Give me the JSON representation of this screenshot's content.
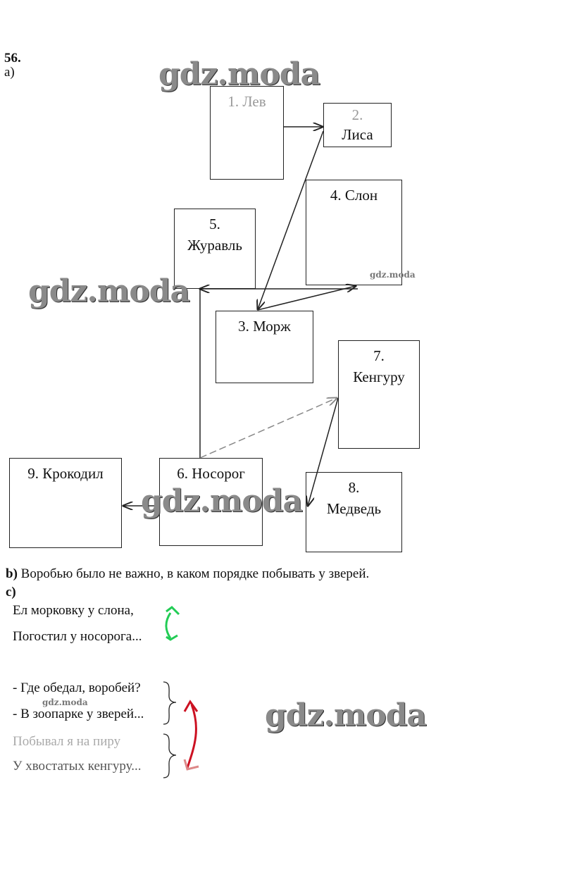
{
  "task_number": "56.",
  "part_a_label": "a)",
  "boxes": {
    "lion": "1. Лев",
    "fox_num": "2.",
    "fox": "Лиса",
    "walrus": "3. Морж",
    "elephant": "4. Слон",
    "crane_num": "5.",
    "crane": "Журавль",
    "rhino": "6. Носорог",
    "kangaroo_num": "7.",
    "kangaroo": "Кенгуру",
    "bear_num": "8.",
    "bear": "Медведь",
    "crocodile": "9. Крокодил"
  },
  "part_b": {
    "label": "b)",
    "text": "Воробью было не важно, в каком порядке побывать у зверей."
  },
  "part_c": {
    "label": "c)",
    "lines": [
      "Ел морковку у слона,",
      "Погостил у носорога...",
      "- Где обедал, воробей?",
      "- В зоопарке у зверей...",
      "Побывал я на пиру",
      "У хвостатых кенгуру..."
    ]
  },
  "watermark": "gdz.moda",
  "colors": {
    "green_arrow": "#22cc55",
    "red_arrow": "#cc1122"
  }
}
